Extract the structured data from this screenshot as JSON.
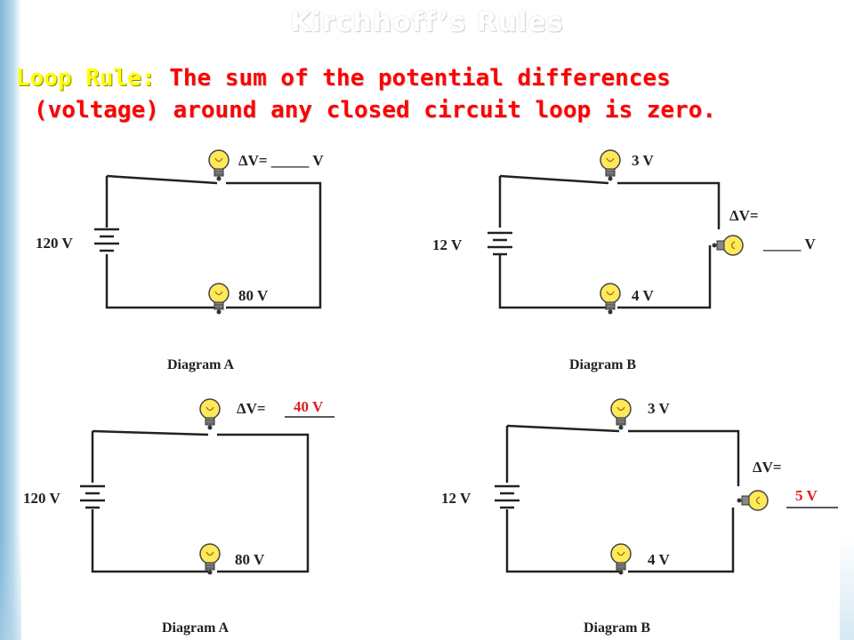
{
  "slide": {
    "title": "Kirchhoff’s Rules",
    "rule_label": "Loop Rule:",
    "rule_text_1": " The sum of the potential differences",
    "rule_text_2": "(voltage) around any closed circuit loop is zero."
  },
  "top_panel": {
    "diagram_a": {
      "battery": "120 V",
      "top_bulb": "ΔV= _____ V",
      "bottom_bulb": "80 V",
      "caption": "Diagram A"
    },
    "diagram_b": {
      "battery": "12 V",
      "top_bulb": "3 V",
      "right_bulb_label": "ΔV=",
      "right_bulb_blank": "_____ V",
      "bottom_bulb": "4 V",
      "caption": "Diagram B"
    }
  },
  "bottom_panel": {
    "diagram_a": {
      "battery": "120 V",
      "top_bulb_label": "ΔV=",
      "top_bulb_answer": "40 V",
      "bottom_bulb": "80 V",
      "caption": "Diagram A"
    },
    "diagram_b": {
      "battery": "12 V",
      "top_bulb": "3 V",
      "right_bulb_label": "ΔV=",
      "right_bulb_answer": "5 V",
      "bottom_bulb": "4 V",
      "caption": "Diagram B"
    }
  },
  "colors": {
    "rule_text": "#ff0000",
    "rule_label": "#ffff00",
    "answer": "#e0201c",
    "bulb": "#ffe85a"
  },
  "icons": [
    "light-bulb-icon",
    "battery-icon"
  ]
}
